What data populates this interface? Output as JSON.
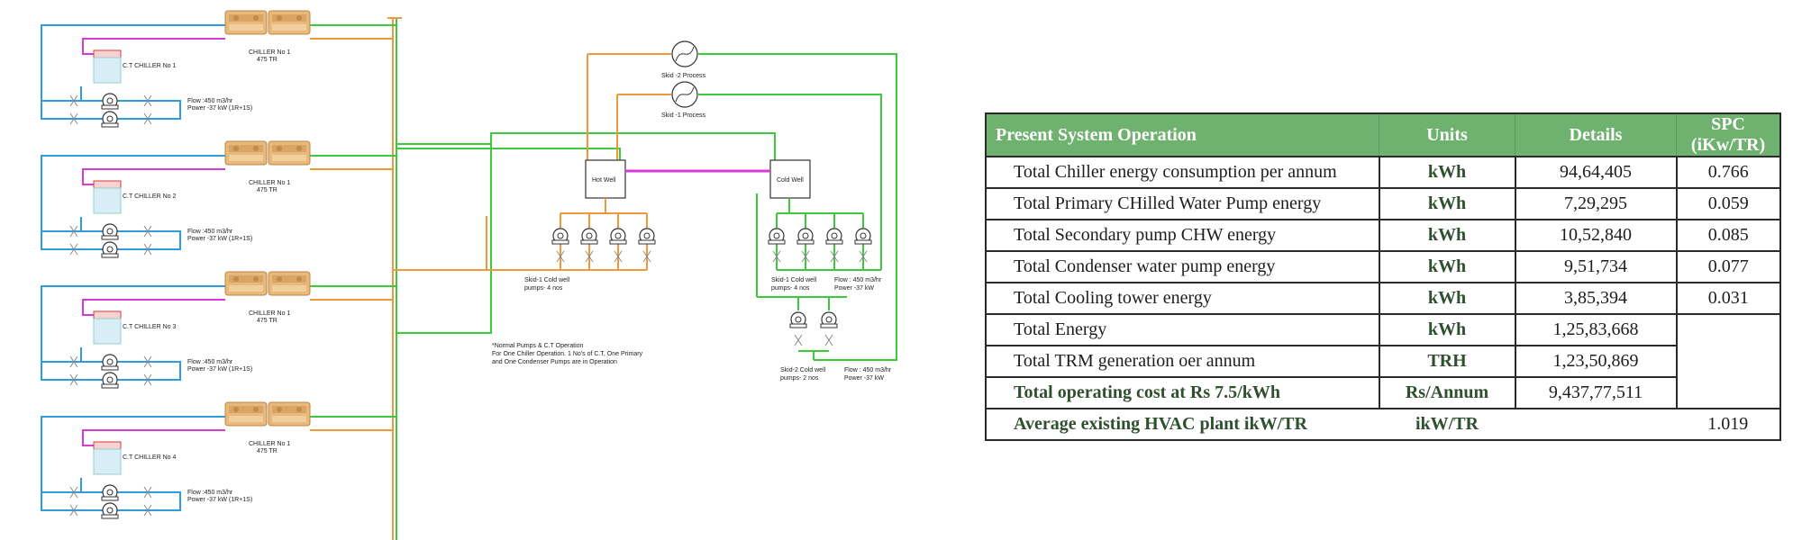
{
  "diagram": {
    "chillers": [
      {
        "name": "CHILLER No 1",
        "capacity": "475 TR",
        "ct_label": "C.T CHILLER No 1",
        "flow": "Flow :450 m3/hr",
        "power": "Power -37 kW (1R+1S)"
      },
      {
        "name": "CHILLER No 1",
        "capacity": "475 TR",
        "ct_label": "C.T CHILLER No 2",
        "flow": "Flow :450 m3/hr",
        "power": "Power -37 kW (1R+1S)"
      },
      {
        "name": "CHILLER No 1",
        "capacity": "475 TR",
        "ct_label": "C.T CHILLER No 3",
        "flow": "Flow :450 m3/hr",
        "power": "Power -37 kW (1R+1S)"
      },
      {
        "name": "CHILLER No 1",
        "capacity": "475 TR",
        "ct_label": "C.T CHILLER No 4",
        "flow": "Flow :450 m3/hr",
        "power": "Power -37 kW (1R+1S)"
      }
    ],
    "skid2_process": "Skid -2 Process",
    "skid1_process": "Skid -1 Process",
    "hot_well": "Hot Well",
    "cold_well": "Cold Well",
    "hot_skid_label_1": "Skid-1 Cold well",
    "hot_skid_label_2": "pumps- 4 nos",
    "cold_skid1_label_1": "Skid-1 Cold well",
    "cold_skid1_label_2": "pumps- 4 nos",
    "cold_skid1_flow": "Flow : 450 m3/hr",
    "cold_skid1_power": "Power -37 kW",
    "skid2_label_1": "Skid-2 Cold well",
    "skid2_label_2": "pumps- 2 nos",
    "skid2_flow": "Flow : 450 m3/hr",
    "skid2_power": "Power -37 kW",
    "note_1": "*Normal Pumps & C.T Operation",
    "note_2": "For One Chiller Operation. 1 No's of C.T, One Primary",
    "note_3": "and One Condenser Pumps are in Operation",
    "colors": {
      "chilled": "#2f9be0",
      "condenser": "#ee9a3a",
      "process": "#3cc93c",
      "link": "#d63bd6"
    }
  },
  "table": {
    "headers": [
      "Present System Operation",
      "Units",
      "Details",
      "SPC (iKw/TR)"
    ],
    "rows": [
      {
        "label": "Total Chiller energy consumption per annum",
        "unit": "kWh",
        "value": "94,64,405",
        "spc": "0.766"
      },
      {
        "label": "Total Primary CHilled Water Pump energy",
        "unit": "kWh",
        "value": "7,29,295",
        "spc": "0.059"
      },
      {
        "label": "Total Secondary pump CHW energy",
        "unit": "kWh",
        "value": "10,52,840",
        "spc": "0.085"
      },
      {
        "label": "Total Condenser water pump energy",
        "unit": "kWh",
        "value": "9,51,734",
        "spc": "0.077"
      },
      {
        "label": "Total Cooling tower energy",
        "unit": "kWh",
        "value": "3,85,394",
        "spc": "0.031"
      },
      {
        "label": "Total Energy",
        "unit": "kWh",
        "value": "1,25,83,668"
      },
      {
        "label": "Total TRM generation oer annum",
        "unit": "TRH",
        "value": "1,23,50,869"
      },
      {
        "label": "Total operating cost at Rs 7.5/kWh",
        "unit": "Rs/Annum",
        "value": "9,437,77,511"
      }
    ],
    "summary": {
      "label": "Average existing HVAC plant ikW/TR",
      "unit": "ikW/TR",
      "spc": "1.019"
    }
  }
}
